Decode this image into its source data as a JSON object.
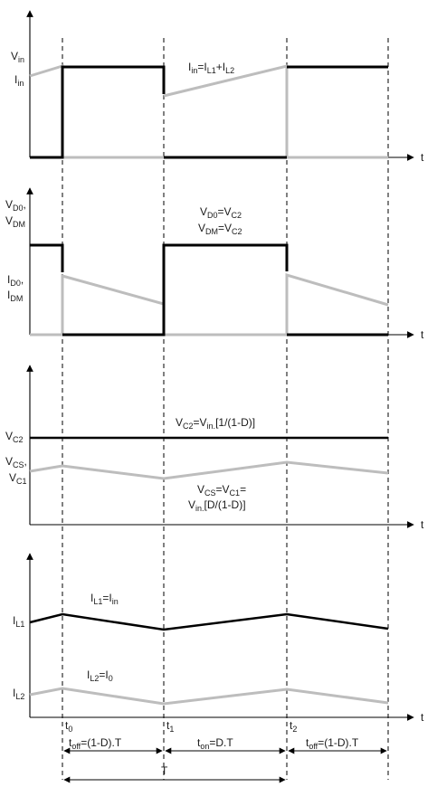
{
  "panels": [
    {
      "y_labels": [
        {
          "main": "V",
          "sub": "in"
        },
        {
          "main": "I",
          "sub": "in"
        }
      ],
      "annotations": [
        {
          "parts": [
            "I",
            {
              "s": "in"
            },
            "=I",
            {
              "s": "L1"
            },
            "+I",
            {
              "s": "L2"
            }
          ]
        }
      ],
      "x_axis_label": "t"
    },
    {
      "y_labels": [
        {
          "main": "V",
          "sub": "D0"
        },
        {
          "main": ",",
          "sub": ""
        },
        {
          "main": "V",
          "sub": "DM"
        },
        {
          "main": "I",
          "sub": "D0"
        },
        {
          "main": ",",
          "sub": ""
        },
        {
          "main": "I",
          "sub": "DM"
        }
      ],
      "annotations": [
        {
          "parts": [
            "V",
            {
              "s": "D0"
            },
            "=V",
            {
              "s": "C2"
            }
          ]
        },
        {
          "parts": [
            "V",
            {
              "s": "DM"
            },
            "=V",
            {
              "s": "C2"
            }
          ]
        }
      ],
      "x_axis_label": "t"
    },
    {
      "y_labels": [
        {
          "main": "V",
          "sub": "C2"
        },
        {
          "main": "V",
          "sub": "CS"
        },
        {
          "main": ",",
          "sub": ""
        },
        {
          "main": "V",
          "sub": "C1"
        }
      ],
      "annotations": [
        {
          "parts": [
            "V",
            {
              "s": "C2"
            },
            "=V",
            {
              "s": "in."
            },
            "[1/(1-D)]"
          ]
        },
        {
          "parts": [
            "V",
            {
              "s": "CS"
            },
            "=V",
            {
              "s": "C1"
            },
            "="
          ]
        },
        {
          "parts": [
            "V",
            {
              "s": "in."
            },
            "[D/(1-D)]"
          ]
        }
      ],
      "x_axis_label": "t"
    },
    {
      "y_labels": [
        {
          "main": "I",
          "sub": "L1"
        },
        {
          "main": "I",
          "sub": "L2"
        }
      ],
      "annotations": [
        {
          "parts": [
            "I",
            {
              "s": "L1"
            },
            "=I",
            {
              "s": "in"
            }
          ]
        },
        {
          "parts": [
            "I",
            {
              "s": "L2"
            },
            "=I",
            {
              "s": "0"
            }
          ]
        }
      ],
      "x_axis_label": "t"
    }
  ],
  "time_markers": [
    {
      "main": "t",
      "sub": "0"
    },
    {
      "main": "t",
      "sub": "1"
    },
    {
      "main": "t",
      "sub": "2"
    }
  ],
  "intervals": [
    {
      "parts": [
        "t",
        {
          "s": "off"
        },
        "=(1-D).T"
      ]
    },
    {
      "parts": [
        "t",
        {
          "s": "on"
        },
        "=D.T"
      ]
    },
    {
      "parts": [
        "t",
        {
          "s": "off"
        },
        "=(1-D).T"
      ]
    }
  ],
  "period": {
    "label": "T"
  },
  "colors": {
    "switch_voltage": "#000000",
    "current": "#bdbdbd"
  }
}
